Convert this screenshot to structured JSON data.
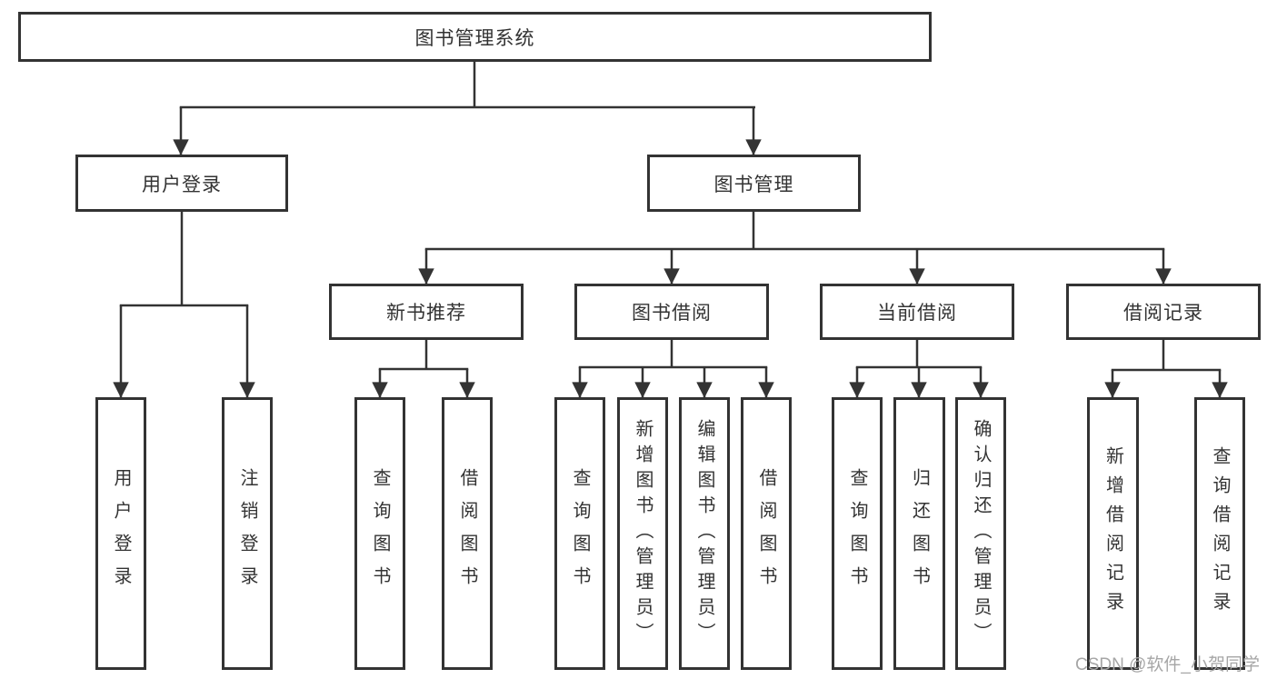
{
  "nodes": {
    "root": "图书管理系统",
    "level2": [
      "用户登录",
      "图书管理"
    ],
    "level3": [
      "新书推荐",
      "图书借阅",
      "当前借阅",
      "借阅记录"
    ],
    "leaves": {
      "user_login": [
        "用户登录",
        "注销登录"
      ],
      "new_book": [
        "查询图书",
        "借阅图书"
      ],
      "book_borrow": [
        "查询图书",
        "新增图书（管理员）",
        "编辑图书（管理员）",
        "借阅图书"
      ],
      "current_borrow": [
        "查询图书",
        "归还图书",
        "确认归还（管理员）"
      ],
      "borrow_record": [
        "新增借阅记录",
        "查询借阅记录"
      ]
    }
  },
  "watermark": "CSDN @软件_小贺同学",
  "colors": {
    "line": "#333333",
    "text": "#333333",
    "background": "#ffffff",
    "watermark": "#a6a6a6"
  }
}
